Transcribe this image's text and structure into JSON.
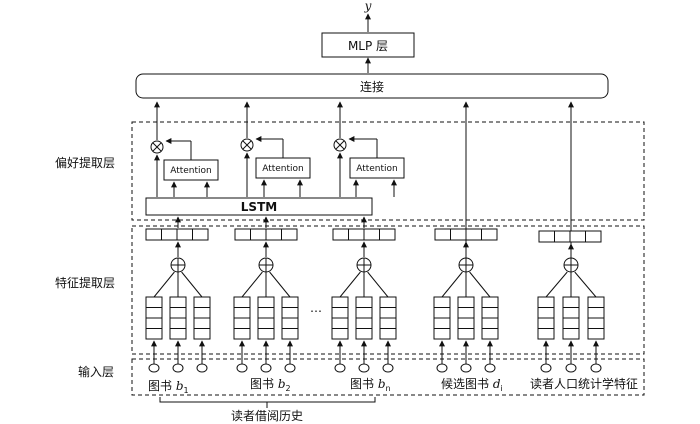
{
  "output_label": "y",
  "mlp_label": "MLP 层",
  "concat_label": "连接",
  "lstm_label": "LSTM",
  "attention_label": "Attention",
  "ellipsis": "…",
  "layers": {
    "preference": "偏好提取层",
    "feature": "特征提取层",
    "input": "输入层"
  },
  "inputs": {
    "book1": {
      "text": "图书 ",
      "var": "b",
      "sub": "1"
    },
    "book2": {
      "text": "图书 ",
      "var": "b",
      "sub": "2"
    },
    "bookn": {
      "text": "图书 ",
      "var": "b",
      "sub": "n"
    },
    "candidate": {
      "text": "候选图书 ",
      "var": "d",
      "sub": "i"
    },
    "demographic": {
      "text": "读者人口统计学特征"
    }
  },
  "history_label": "读者借阅历史",
  "colors": {
    "line": "#111111",
    "box_fill": "#ffffff"
  }
}
